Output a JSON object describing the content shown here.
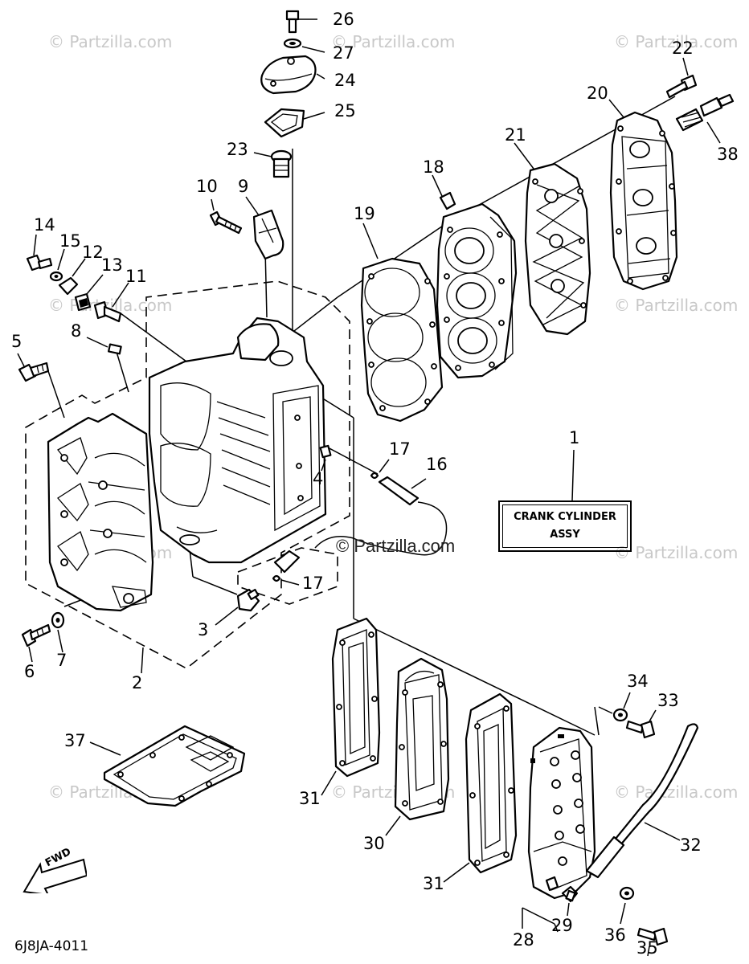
{
  "watermark": "© Partzilla.com",
  "center_watermark": "© Partzilla.com",
  "label_box": {
    "line1": "CRANK CYLINDER",
    "line2": "ASSY"
  },
  "fwd_label": "FWD",
  "diagram_code": "6J8JA-4011",
  "callouts": {
    "c1": "1",
    "c2": "2",
    "c3": "3",
    "c4": "4",
    "c5": "5",
    "c6": "6",
    "c7": "7",
    "c8": "8",
    "c9": "9",
    "c10": "10",
    "c11": "11",
    "c12": "12",
    "c13": "13",
    "c14": "14",
    "c15": "15",
    "c16": "16",
    "c17a": "17",
    "c17b": "17",
    "c18": "18",
    "c19": "19",
    "c20": "20",
    "c21": "21",
    "c22": "22",
    "c23": "23",
    "c24": "24",
    "c25": "25",
    "c26": "26",
    "c27": "27",
    "c28": "28",
    "c29": "29",
    "c30": "30",
    "c31a": "31",
    "c31b": "31",
    "c32": "32",
    "c33": "33",
    "c34": "34",
    "c35": "35",
    "c36": "36",
    "c37": "37",
    "c38": "38"
  }
}
